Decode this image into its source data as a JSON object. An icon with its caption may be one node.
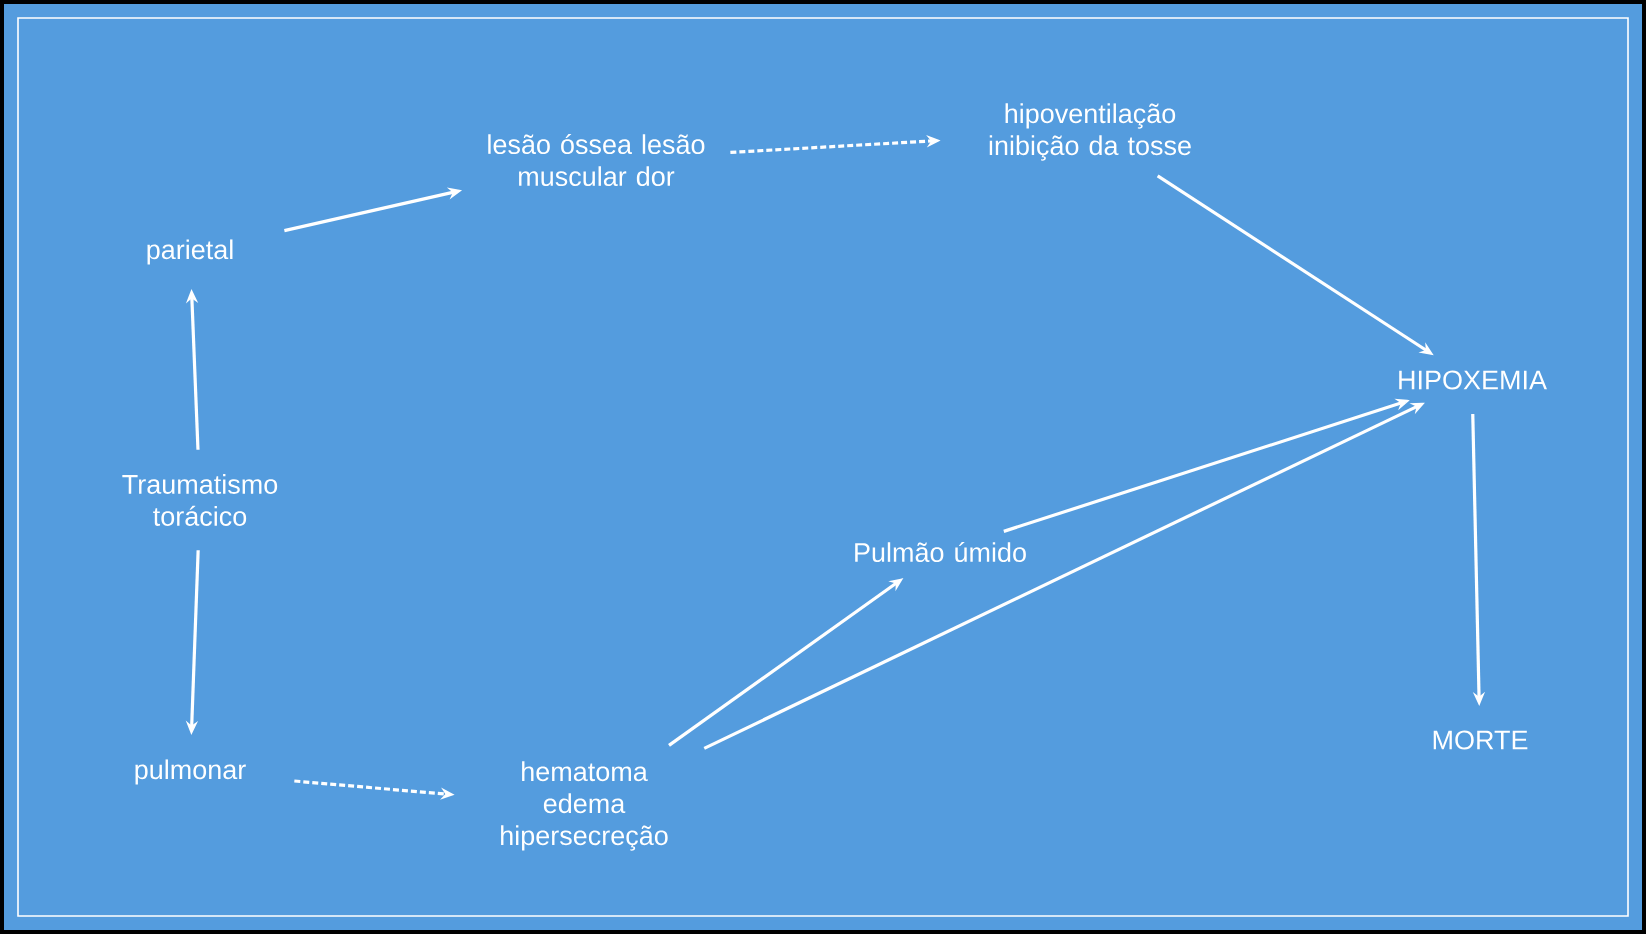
{
  "diagram": {
    "nodes": [
      {
        "text": [
          "parietal"
        ]
      },
      {
        "text": [
          "lesão óssea lesão muscular dor"
        ]
      },
      {
        "text": [
          "hipoventilação inibição da tosse"
        ]
      },
      {
        "text": [
          "HIPOXEMIA"
        ]
      },
      {
        "text": [
          "Traumatismo torácico"
        ]
      },
      {
        "text": [
          "Pulmão úmido"
        ]
      },
      {
        "text": [
          "pulmonar"
        ]
      },
      {
        "text": [
          "hematoma edema hipersecreção"
        ]
      },
      {
        "text": [
          "MORTE"
        ]
      }
    ],
    "edges": [
      {
        "from": 4,
        "to": 0,
        "arrow": "to"
      },
      {
        "from": 4,
        "to": 6,
        "arrow": "to"
      },
      {
        "from": 0,
        "to": 1,
        "arrow": "to"
      },
      {
        "from": 1,
        "to": 2,
        "arrow": "to",
        "style": "dashed"
      },
      {
        "from": 2,
        "to": 3,
        "arrow": "to"
      },
      {
        "from": 6,
        "to": 7,
        "arrow": "to",
        "style": "dashed"
      },
      {
        "from": 7,
        "to": 5,
        "arrow": "to"
      },
      {
        "from": 5,
        "to": 3,
        "arrow": "to"
      },
      {
        "from": 7,
        "to": 3,
        "arrow": "to"
      },
      {
        "from": 3,
        "to": 8,
        "arrow": "to"
      }
    ]
  }
}
